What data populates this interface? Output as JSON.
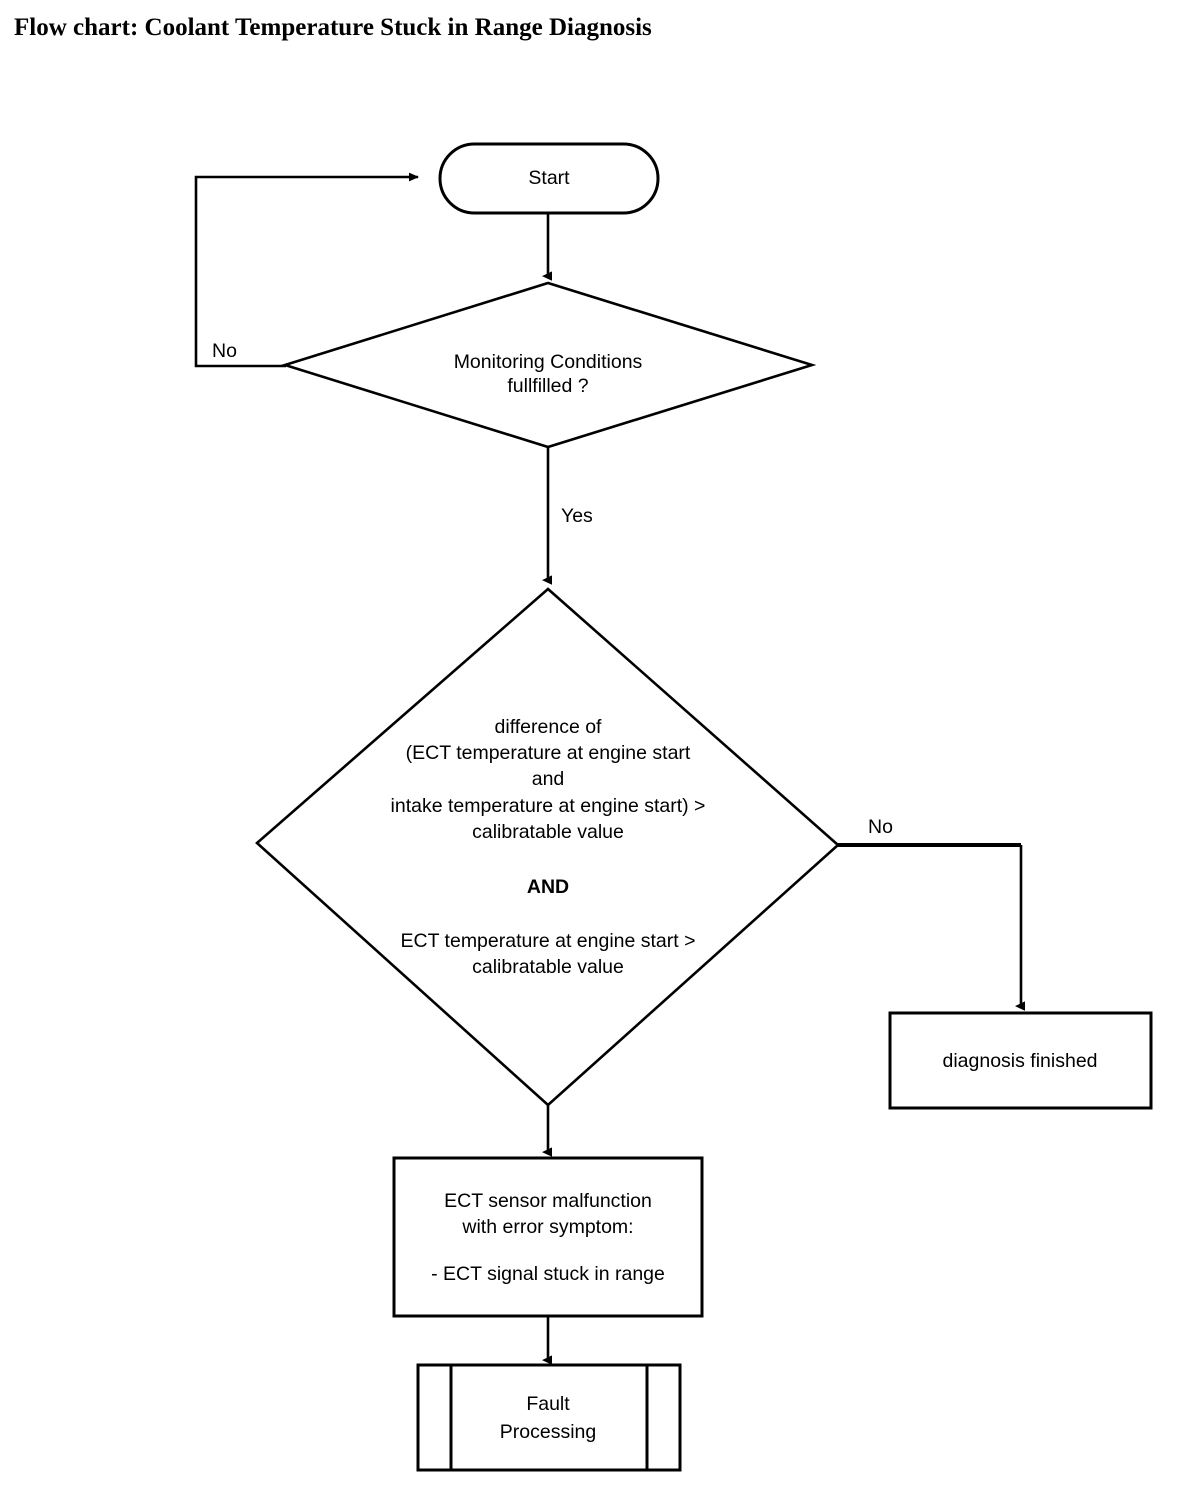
{
  "title": "Flow chart: Coolant Temperature Stuck in Range Diagnosis",
  "chart_data": {
    "type": "diagram",
    "diagram_kind": "flowchart",
    "orientation": "top-to-bottom",
    "nodes": [
      {
        "id": "start",
        "shape": "terminator",
        "label": "Start"
      },
      {
        "id": "monitoring",
        "shape": "decision",
        "label_line1": "Monitoring  Conditions",
        "label_line2": "fullfilled ?"
      },
      {
        "id": "condition",
        "shape": "decision",
        "label_line1": "difference of",
        "label_line2": "(ECT temperature at engine start",
        "label_line3": "and",
        "label_line4": "intake temperature at engine start) >",
        "label_line5": "calibratable value",
        "label_line6": "AND",
        "label_line7": "ECT temperature at engine start >",
        "label_line8": "calibratable value"
      },
      {
        "id": "finished",
        "shape": "process",
        "label": "diagnosis finished"
      },
      {
        "id": "malfunction",
        "shape": "process",
        "label_line1": "ECT sensor malfunction",
        "label_line2": "with error symptom:",
        "label_line3": "- ECT signal stuck in range"
      },
      {
        "id": "fault",
        "shape": "predefined-process",
        "label_line1": "Fault",
        "label_line2": "Processing"
      }
    ],
    "edges": [
      {
        "from": "start",
        "to": "monitoring",
        "label": ""
      },
      {
        "from": "monitoring",
        "to": "start",
        "label": "No"
      },
      {
        "from": "monitoring",
        "to": "condition",
        "label": "Yes"
      },
      {
        "from": "condition",
        "to": "finished",
        "label": "No"
      },
      {
        "from": "condition",
        "to": "malfunction",
        "label": ""
      },
      {
        "from": "malfunction",
        "to": "fault",
        "label": ""
      }
    ],
    "colors": {
      "stroke": "#000000",
      "fill": "#ffffff",
      "text": "#000000"
    }
  }
}
